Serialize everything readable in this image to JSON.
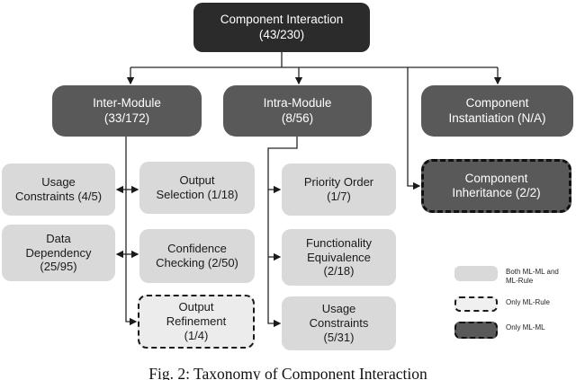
{
  "nodes": {
    "root": {
      "lines": [
        "Component Interaction",
        "(43/230)"
      ]
    },
    "inter_module": {
      "lines": [
        "Inter-Module",
        "(33/172)"
      ]
    },
    "intra_module": {
      "lines": [
        "Intra-Module",
        "(8/56)"
      ]
    },
    "component_instantiation": {
      "lines": [
        "Component",
        "Instantiation (N/A)"
      ]
    },
    "usage_constraints_inter": {
      "lines": [
        "Usage",
        "Constraints (4/5)"
      ]
    },
    "data_dependency": {
      "lines": [
        "Data",
        "Dependency",
        "(25/95)"
      ]
    },
    "output_selection": {
      "lines": [
        "Output",
        "Selection (1/18)"
      ]
    },
    "confidence_checking": {
      "lines": [
        "Confidence",
        "Checking (2/50)"
      ]
    },
    "output_refinement": {
      "lines": [
        "Output",
        "Refinement",
        "(1/4)"
      ]
    },
    "priority_order": {
      "lines": [
        "Priority Order",
        "(1/7)"
      ]
    },
    "functionality_equivalence": {
      "lines": [
        "Functionality",
        "Equivalence",
        "(2/18)"
      ]
    },
    "usage_constraints_intra": {
      "lines": [
        "Usage",
        "Constraints",
        "(5/31)"
      ]
    },
    "component_inheritance": {
      "lines": [
        "Component",
        "Inheritance (2/2)"
      ]
    }
  },
  "legend": {
    "items": [
      {
        "label": "Both ML-ML and ML-Rule",
        "style": "light-solid"
      },
      {
        "label": "Only ML-Rule",
        "style": "light-dashed"
      },
      {
        "label": "Only ML-ML",
        "style": "dark-dashed"
      }
    ]
  },
  "caption": "Fig. 2: Taxonomy of Component Interaction",
  "colors": {
    "root_fill": "#2b2b2b",
    "branch_fill": "#595959",
    "leaf_fill": "#d9d9d9",
    "leaf_dashed_fill": "#ececec",
    "line": "#262626",
    "text_on_dark": "#ffffff",
    "text_on_light": "#1a1a1a"
  }
}
